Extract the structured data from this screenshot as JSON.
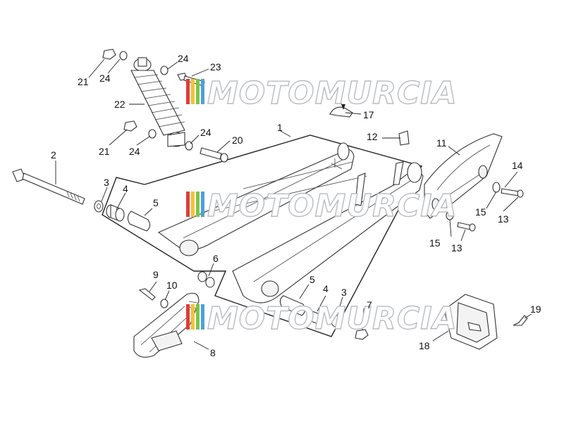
{
  "watermark": {
    "text": "MOTOMURCIA",
    "stripe_colors": [
      "#e23a3a",
      "#f2c433",
      "#7fc24a",
      "#4aa3d8"
    ]
  },
  "callouts": [
    {
      "id": "c1",
      "label": "1"
    },
    {
      "id": "c2",
      "label": "2"
    },
    {
      "id": "c3a",
      "label": "3"
    },
    {
      "id": "c3b",
      "label": "3"
    },
    {
      "id": "c4a",
      "label": "4"
    },
    {
      "id": "c4b",
      "label": "4"
    },
    {
      "id": "c5a",
      "label": "5"
    },
    {
      "id": "c5b",
      "label": "5"
    },
    {
      "id": "c6",
      "label": "6"
    },
    {
      "id": "c7",
      "label": "7"
    },
    {
      "id": "c8",
      "label": "8"
    },
    {
      "id": "c9",
      "label": "9"
    },
    {
      "id": "c10",
      "label": "10"
    },
    {
      "id": "c11",
      "label": "11"
    },
    {
      "id": "c12",
      "label": "12"
    },
    {
      "id": "c13a",
      "label": "13"
    },
    {
      "id": "c13b",
      "label": "13"
    },
    {
      "id": "c14",
      "label": "14"
    },
    {
      "id": "c15a",
      "label": "15"
    },
    {
      "id": "c15b",
      "label": "15"
    },
    {
      "id": "c17",
      "label": "17"
    },
    {
      "id": "c18",
      "label": "18"
    },
    {
      "id": "c19",
      "label": "19"
    },
    {
      "id": "c20",
      "label": "20"
    },
    {
      "id": "c21a",
      "label": "21"
    },
    {
      "id": "c21b",
      "label": "21"
    },
    {
      "id": "c22",
      "label": "22"
    },
    {
      "id": "c23",
      "label": "23"
    },
    {
      "id": "c24a",
      "label": "24"
    },
    {
      "id": "c24b",
      "label": "24"
    },
    {
      "id": "c24c",
      "label": "24"
    },
    {
      "id": "c24d",
      "label": "24"
    }
  ]
}
